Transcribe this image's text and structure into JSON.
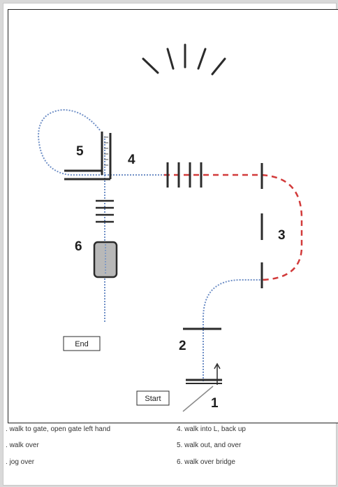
{
  "labels": {
    "start": "Start",
    "end": "End",
    "obstacles": [
      "1",
      "2",
      "3",
      "4",
      "5",
      "6"
    ]
  },
  "legend": {
    "left": [
      "walk to gate, open gate left hand",
      "walk over",
      "jog over"
    ],
    "right": [
      "4. walk into L, back up",
      "5. walk out, and over",
      "6. walk over bridge"
    ]
  },
  "colors": {
    "walk_path": "#6f8fc6",
    "jog_path": "#d23a3a",
    "pole": "#2b2b2b",
    "bridge_fill": "#b8b8b8"
  }
}
